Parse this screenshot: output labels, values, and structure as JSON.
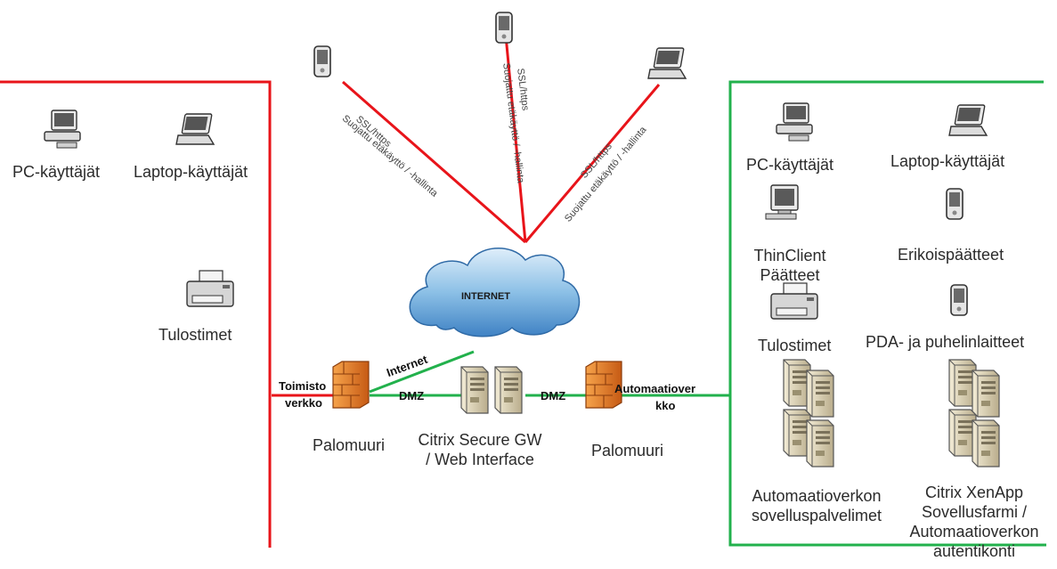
{
  "left_zone": {
    "pc_users": "PC-käyttäjät",
    "laptop_users": "Laptop-käyttäjät",
    "printers": "Tulostimet",
    "office_network": [
      "Toimisto",
      "verkko"
    ],
    "zone_color": "#e8141a"
  },
  "remote_links": {
    "label_ssl": "SSL/https",
    "label_remote": "Suojattu etäkäyttö / -hallinta",
    "link_color": "#e8141a"
  },
  "internet": {
    "cloud_label": "INTERNET",
    "link_label": "Internet"
  },
  "center": {
    "dmz_left": "DMZ",
    "dmz_right": "DMZ",
    "firewall_left": "Palomuuri",
    "firewall_right": "Palomuuri",
    "gateway": [
      "Citrix Secure GW",
      "/ Web Interface"
    ],
    "link_color": "#22b14c"
  },
  "right_zone": {
    "automation_network": [
      "Automaatiover",
      "kko"
    ],
    "pc_users": "PC-käyttäjät",
    "laptop_users": "Laptop-käyttäjät",
    "thinclient": [
      "ThinClient",
      "Päätteet"
    ],
    "special_terminals": "Erikoispäätteet",
    "printers": "Tulostimet",
    "pda": "PDA- ja puhelinlaitteet",
    "app_servers": [
      "Automaatioverkon",
      "sovelluspalvelimet"
    ],
    "xenapp": [
      "Citrix XenApp",
      "Sovellusfarmi /",
      "Automaatioverkon",
      "autentikonti"
    ],
    "zone_color": "#22b14c"
  },
  "icons": [
    "pc-icon",
    "laptop-icon",
    "printer-icon",
    "pda-icon",
    "phone-icon",
    "thinclient-icon",
    "firewall-icon",
    "server-icon",
    "cloud-icon"
  ]
}
